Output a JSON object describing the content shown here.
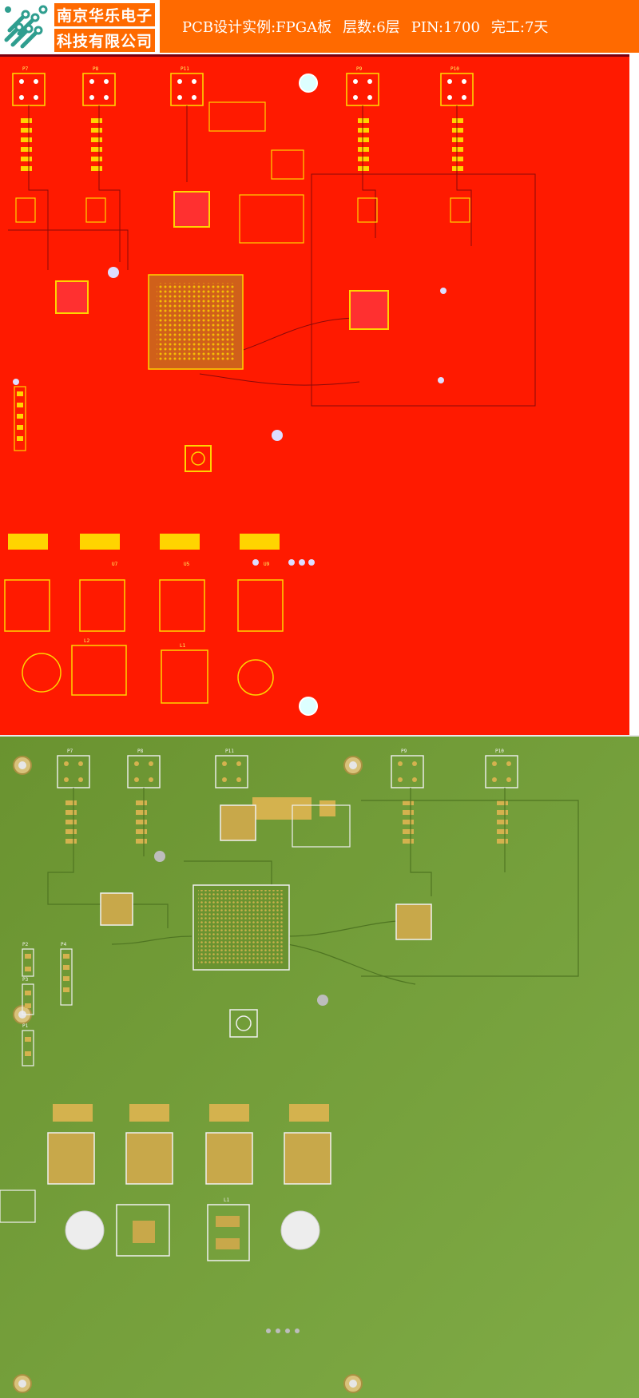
{
  "company": {
    "line1": "南京华乐电子",
    "line2": "科技有限公司"
  },
  "banner": {
    "items": [
      "PCB设计实例:FPGA板",
      "层数:6层",
      "PIN:1700",
      "完工:7天"
    ]
  },
  "colors": {
    "banner": "#ff6a00",
    "copper_top": "#ff1a00",
    "silkscreen": "#ffff33",
    "solder_mask": "#6e9a38",
    "pad_gold": "#c8a84a"
  },
  "layout_view": {
    "connectors": [
      "P7",
      "P8",
      "P11",
      "P9",
      "P10"
    ],
    "mid_labels": [
      "U7",
      "U5",
      "U9"
    ],
    "inductors": [
      "L1",
      "L2"
    ]
  },
  "render_view": {
    "connectors": [
      "P7",
      "P8",
      "P11",
      "P9",
      "P10"
    ],
    "side_headers": [
      "P2",
      "P3",
      "P4",
      "P1"
    ],
    "inductors": [
      "L1"
    ]
  }
}
